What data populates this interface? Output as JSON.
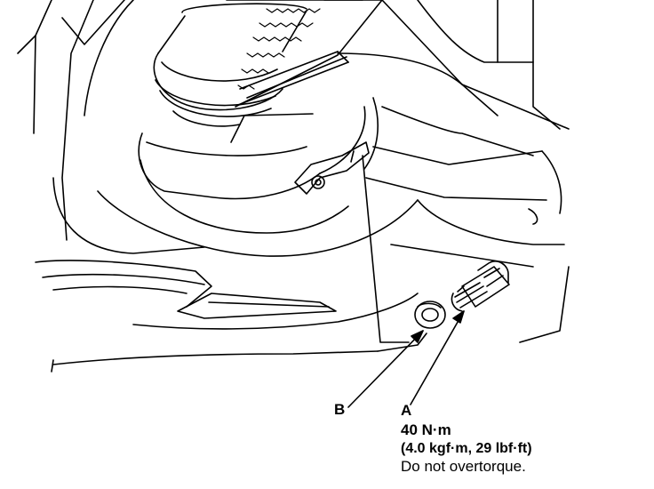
{
  "callouts": {
    "a": "A",
    "b": "B"
  },
  "spec": {
    "torque_nm": "40 N·m",
    "torque_alt": "(4.0 kgf·m, 29 lbf·ft)",
    "note": "Do not overtorque."
  },
  "colors": {
    "line": "#000000",
    "background": "#ffffff"
  }
}
